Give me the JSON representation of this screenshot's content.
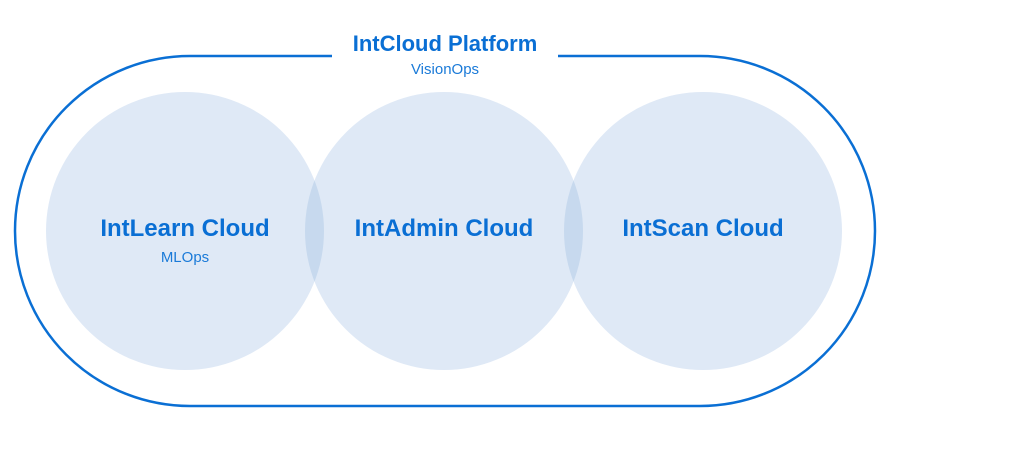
{
  "platform": {
    "title": "IntCloud Platform",
    "subtitle": "VisionOps"
  },
  "colors": {
    "accent": "#0a6fd4",
    "circle_fill": "#dfe9f6",
    "overlap_fill": "#c7d9ee"
  },
  "clouds": [
    {
      "name": "IntLearn Cloud",
      "subtitle": "MLOps"
    },
    {
      "name": "IntAdmin Cloud",
      "subtitle": ""
    },
    {
      "name": "IntScan Cloud",
      "subtitle": ""
    }
  ]
}
